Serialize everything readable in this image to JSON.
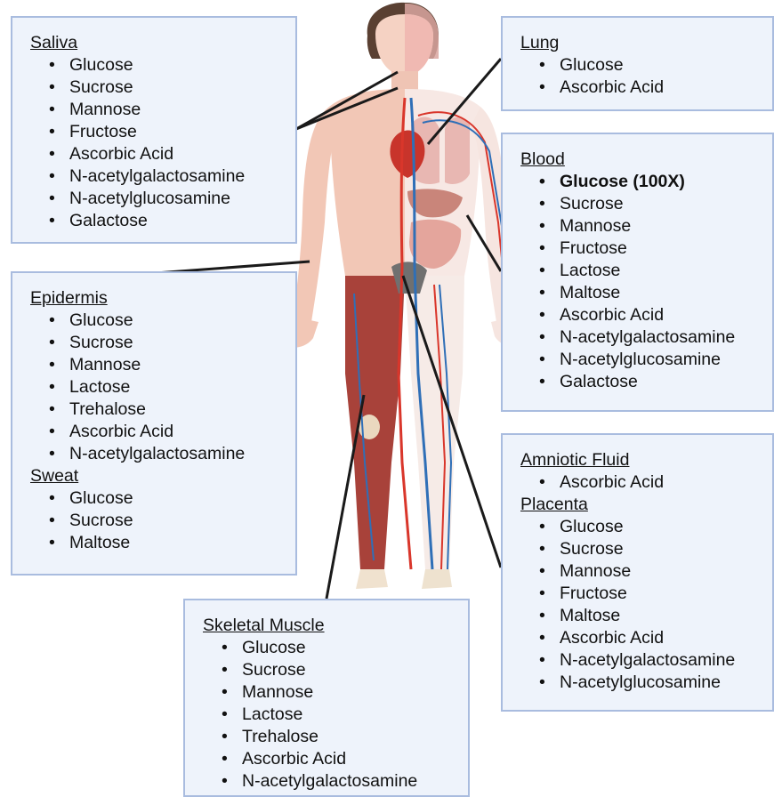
{
  "panels": {
    "saliva": {
      "title": "Saliva",
      "items": [
        {
          "text": "Glucose"
        },
        {
          "text": "Sucrose"
        },
        {
          "text": "Mannose"
        },
        {
          "text": "Fructose"
        },
        {
          "text": "Ascorbic Acid"
        },
        {
          "text": "N-acetylgalactosamine"
        },
        {
          "text": "N-acetylglucosamine"
        },
        {
          "text": "Galactose"
        }
      ]
    },
    "lung": {
      "title": "Lung",
      "items": [
        {
          "text": "Glucose"
        },
        {
          "text": "Ascorbic Acid"
        }
      ]
    },
    "blood": {
      "title": "Blood",
      "items": [
        {
          "text": "Glucose (100X)",
          "bold": true
        },
        {
          "text": "Sucrose"
        },
        {
          "text": "Mannose"
        },
        {
          "text": "Fructose"
        },
        {
          "text": "Lactose"
        },
        {
          "text": "Maltose"
        },
        {
          "text": "Ascorbic Acid"
        },
        {
          "text": "N-acetylgalactosamine"
        },
        {
          "text": "N-acetylglucosamine"
        },
        {
          "text": "Galactose"
        }
      ]
    },
    "epidermis": {
      "title": "Epidermis",
      "items": [
        {
          "text": "Glucose"
        },
        {
          "text": "Sucrose"
        },
        {
          "text": "Mannose"
        },
        {
          "text": "Lactose"
        },
        {
          "text": "Trehalose"
        },
        {
          "text": "Ascorbic Acid"
        },
        {
          "text": "N-acetylgalactosamine"
        }
      ]
    },
    "sweat": {
      "title": "Sweat",
      "items": [
        {
          "text": "Glucose"
        },
        {
          "text": "Sucrose"
        },
        {
          "text": "Maltose"
        }
      ]
    },
    "amniotic_fluid": {
      "title": "Amniotic Fluid",
      "items": [
        {
          "text": "Ascorbic Acid"
        }
      ]
    },
    "placenta": {
      "title": "Placenta",
      "items": [
        {
          "text": "Glucose"
        },
        {
          "text": "Sucrose"
        },
        {
          "text": "Mannose"
        },
        {
          "text": "Fructose"
        },
        {
          "text": "Maltose"
        },
        {
          "text": "Ascorbic Acid"
        },
        {
          "text": "N-acetylgalactosamine"
        },
        {
          "text": "N-acetylglucosamine"
        }
      ]
    },
    "skeletal_muscle": {
      "title": "Skeletal Muscle",
      "items": [
        {
          "text": "Glucose"
        },
        {
          "text": "Sucrose"
        },
        {
          "text": "Mannose"
        },
        {
          "text": "Lactose"
        },
        {
          "text": "Trehalose"
        },
        {
          "text": "Ascorbic Acid"
        },
        {
          "text": "N-acetylgalactosamine"
        }
      ]
    }
  },
  "colors": {
    "panel_fill": "#eef3fb",
    "panel_border": "#a9bcdf",
    "skin": "#f3c9b8",
    "muscle": "#a8423a",
    "artery": "#d9362b",
    "vein": "#2f6fb7",
    "hair": "#5a4032",
    "leader_line": "#1a1a1a"
  },
  "icons": [
    "human-anatomy-illustration"
  ]
}
